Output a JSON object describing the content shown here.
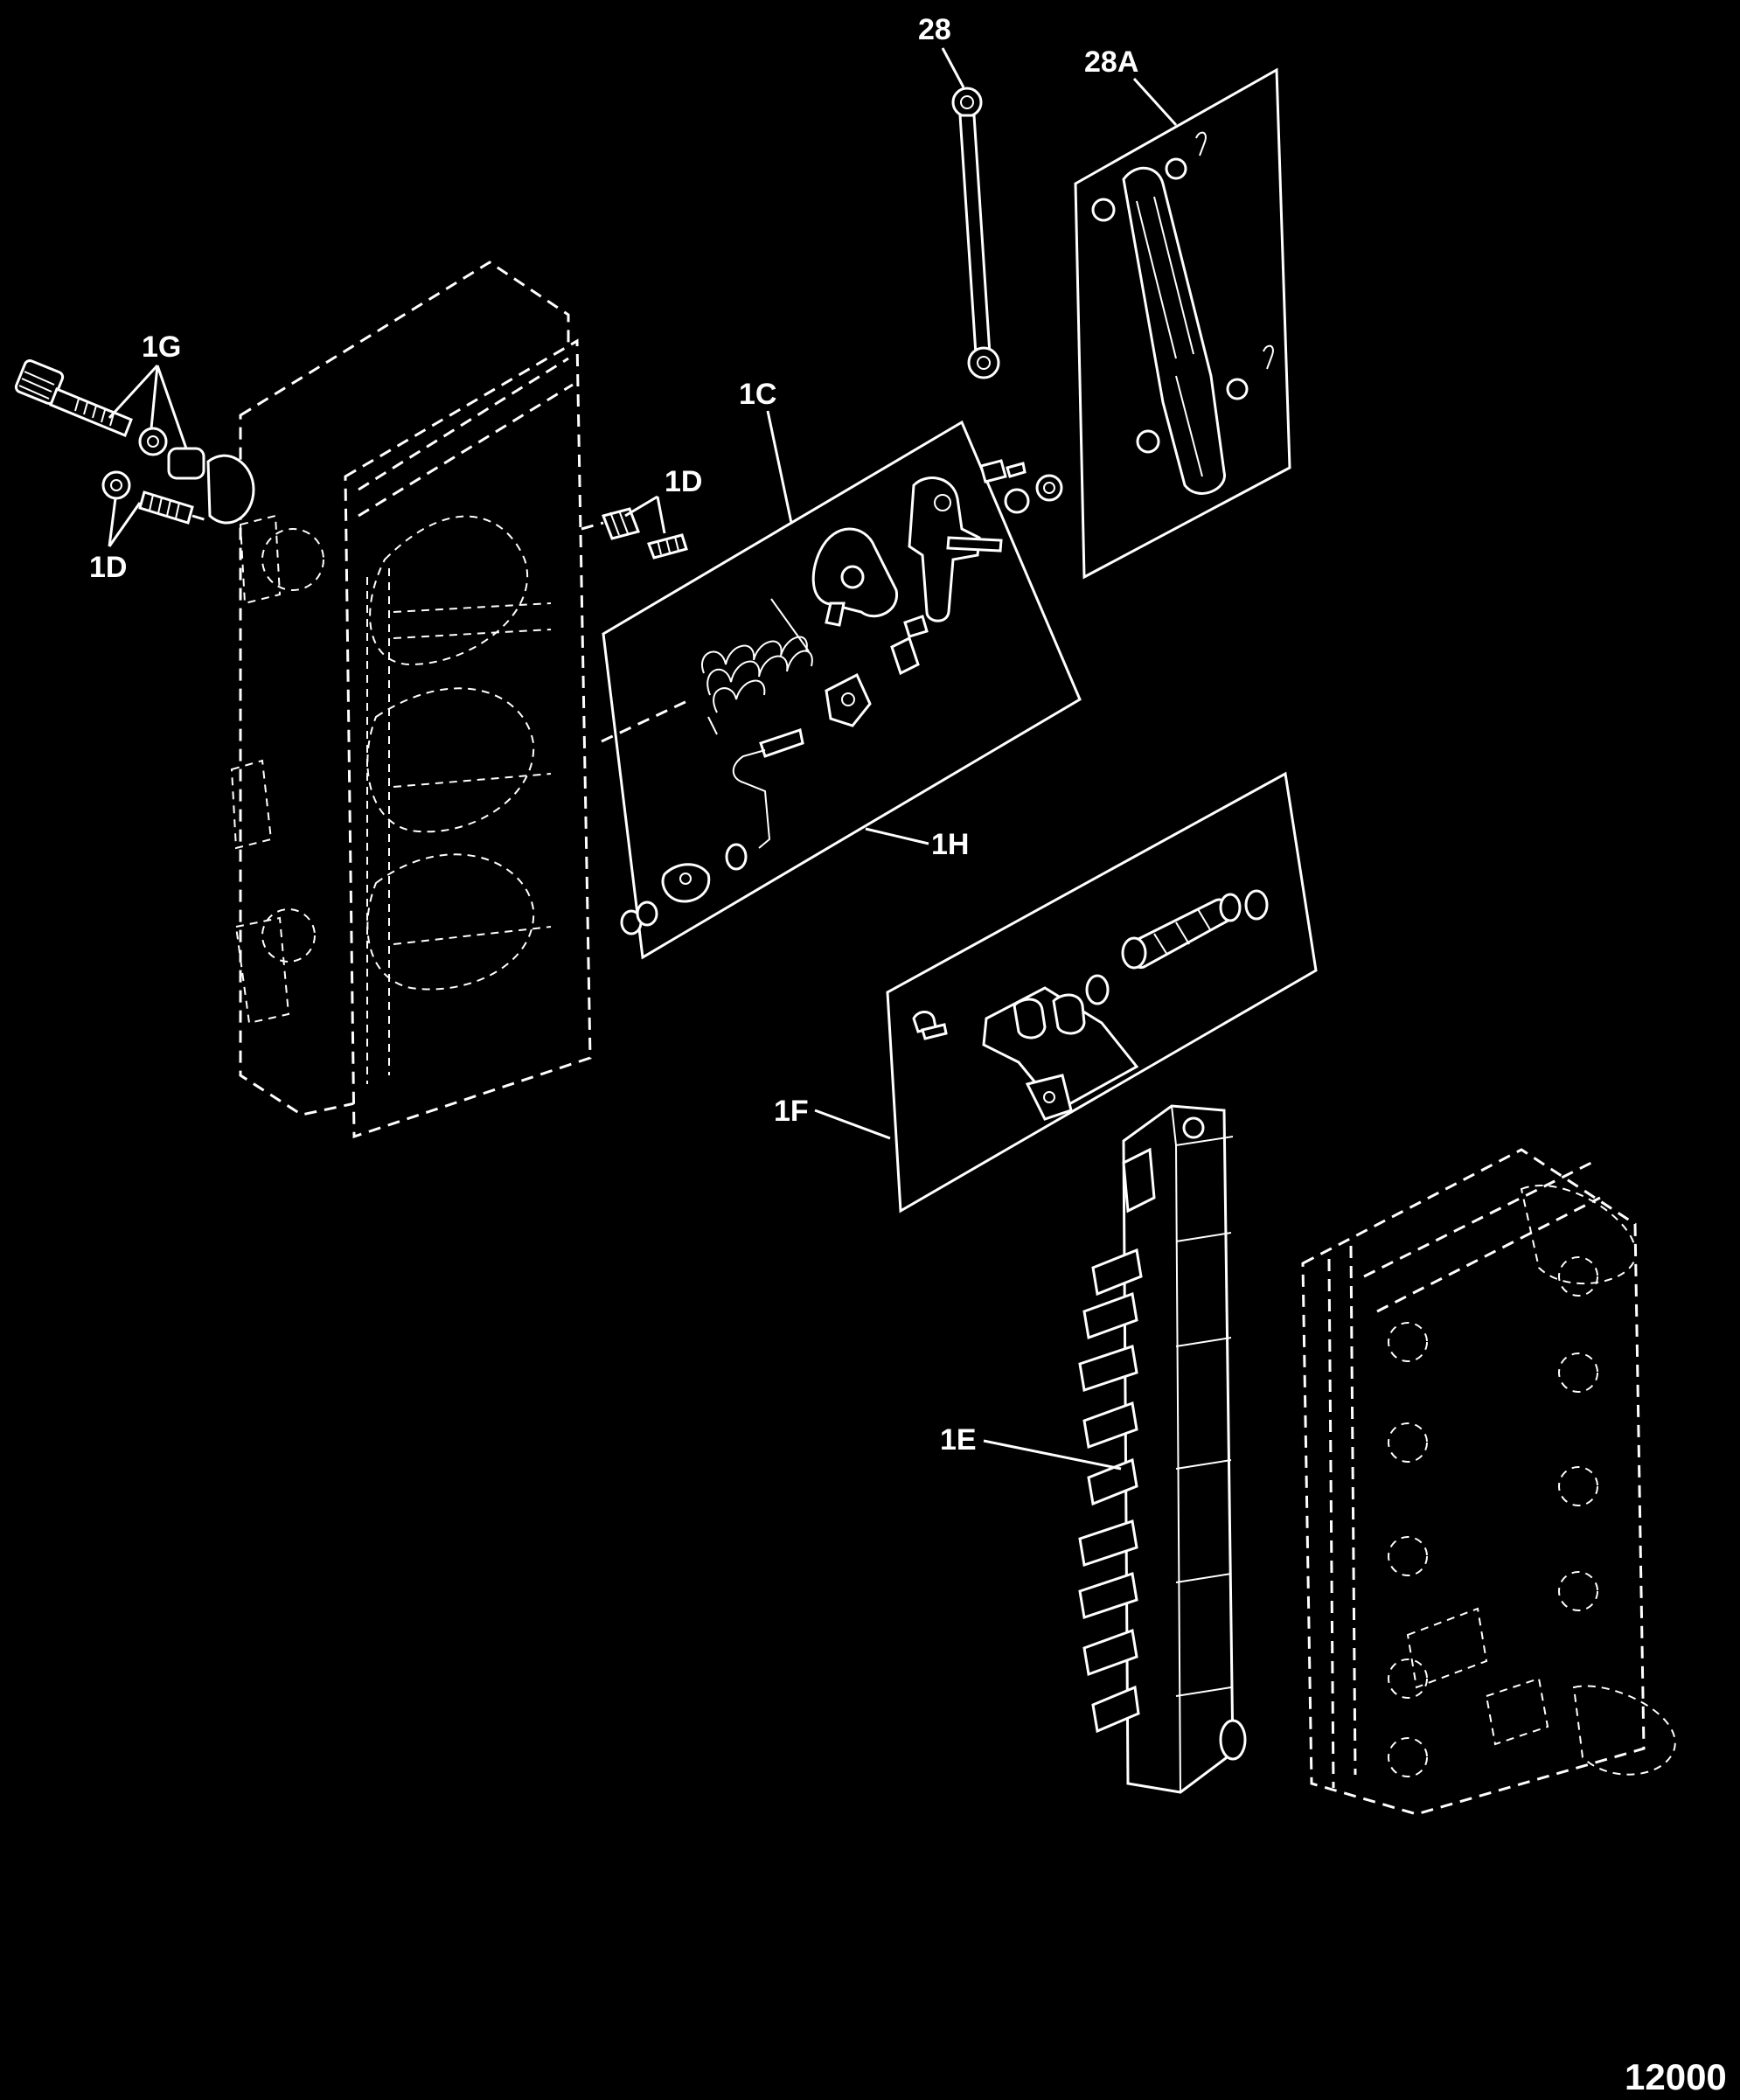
{
  "callouts": {
    "c28": "28",
    "c28a": "28A",
    "c1g": "1G",
    "c1c": "1C",
    "c1d_upper": "1D",
    "c1d_lower": "1D",
    "c1h": "1H",
    "c1f": "1F",
    "c1e": "1E"
  },
  "figure_number": "12000"
}
